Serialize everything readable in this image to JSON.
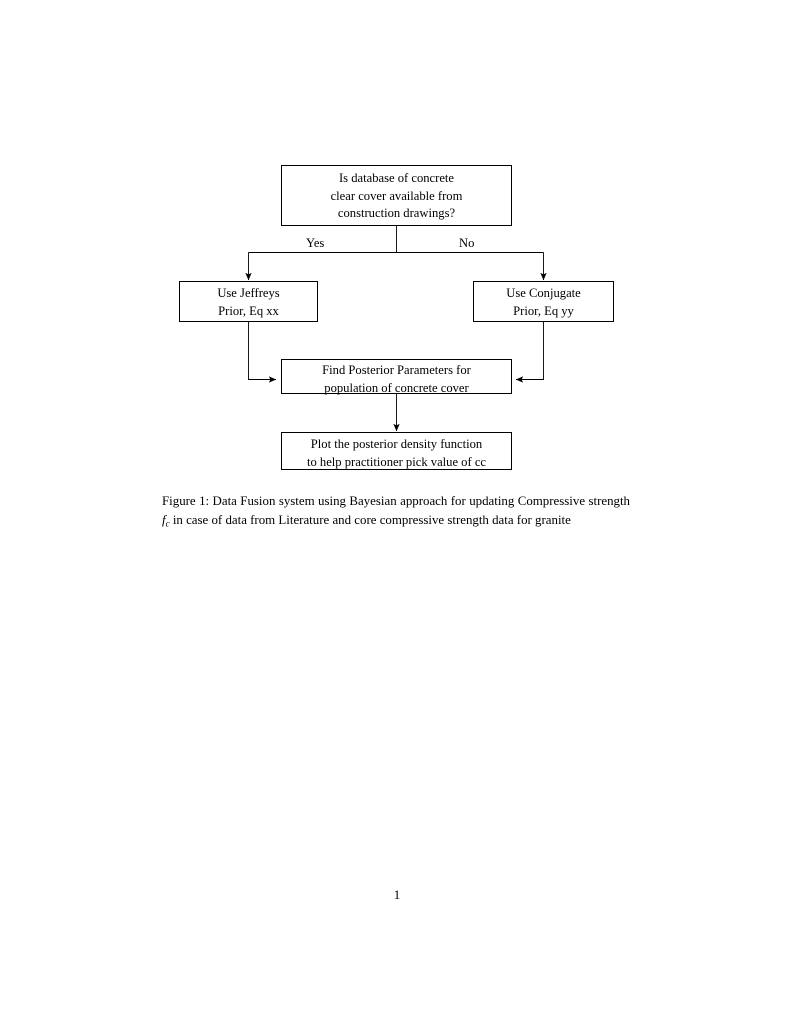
{
  "document": {
    "page_number": "1",
    "figure": {
      "label": "Figure 1:",
      "caption_part1": "Data Fusion system using Bayesian approach for updating Compressive strength",
      "caption_math": "f",
      "caption_math_sub": "c",
      "caption_part2": "in case of data from Literature and core compressive strength data for granite",
      "full_caption": "Figure 1: Data Fusion system using Bayesian approach for updating Compressive strength fc in case of data from Literature and core compressive strength data for granite"
    }
  },
  "flowchart": {
    "type": "decision-flow",
    "nodes": [
      {
        "id": "decision",
        "shape": "rectangle",
        "lines": [
          "Is database of concrete",
          "clear cover available from",
          "construction drawings?"
        ]
      },
      {
        "id": "jeffreys",
        "shape": "rectangle",
        "lines": [
          "Use Jeffreys",
          "Prior, Eq xx"
        ]
      },
      {
        "id": "conjugate",
        "shape": "rectangle",
        "lines": [
          "Use Conjugate",
          "Prior, Eq yy"
        ]
      },
      {
        "id": "posterior",
        "shape": "rectangle",
        "lines": [
          "Find Posterior Parameters for",
          "population of concrete cover"
        ]
      },
      {
        "id": "plot",
        "shape": "rectangle",
        "lines": [
          "Plot the posterior density function",
          "to help practitioner pick value of cc"
        ]
      }
    ],
    "edges": [
      {
        "from": "decision",
        "to": "jeffreys",
        "label": "Yes"
      },
      {
        "from": "decision",
        "to": "conjugate",
        "label": "No"
      },
      {
        "from": "jeffreys",
        "to": "posterior",
        "label": ""
      },
      {
        "from": "conjugate",
        "to": "posterior",
        "label": ""
      },
      {
        "from": "posterior",
        "to": "plot",
        "label": ""
      }
    ],
    "edge_labels": {
      "yes": "Yes",
      "no": "No"
    },
    "colors": {
      "stroke": "#000000",
      "background": "#ffffff",
      "text": "#000000"
    }
  }
}
